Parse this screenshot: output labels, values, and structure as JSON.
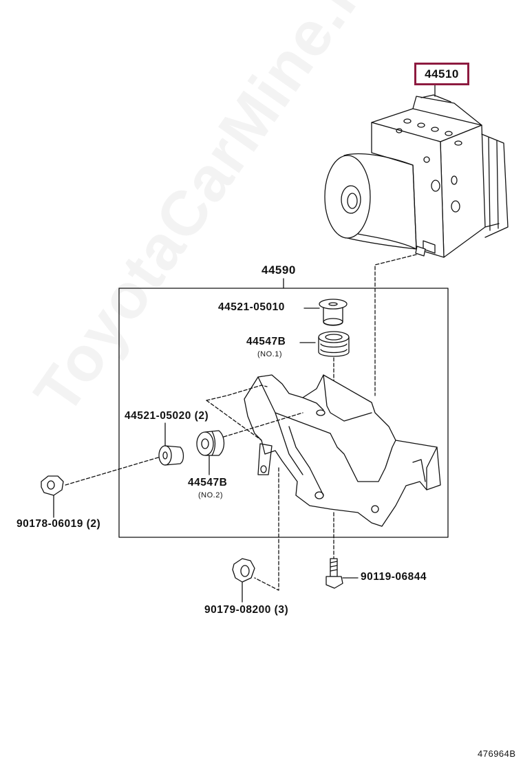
{
  "watermark": "ToyotaCarMine.ru",
  "main_part": {
    "number": "44510",
    "highlight_color": "#8d1a3f"
  },
  "assembly": {
    "number": "44590"
  },
  "parts": {
    "grommet_top": "44521-05010",
    "cushion_no1": {
      "number": "44547B",
      "note": "(NO.1)"
    },
    "grommet_left": "44521-05020 (2)",
    "cushion_no2": {
      "number": "44547B",
      "note": "(NO.2)"
    },
    "nut_left": "90178-06019 (2)",
    "bolt_bottom": "90119-06844",
    "nut_bottom": "90179-08200 (3)"
  },
  "diagram_id": "476964B"
}
